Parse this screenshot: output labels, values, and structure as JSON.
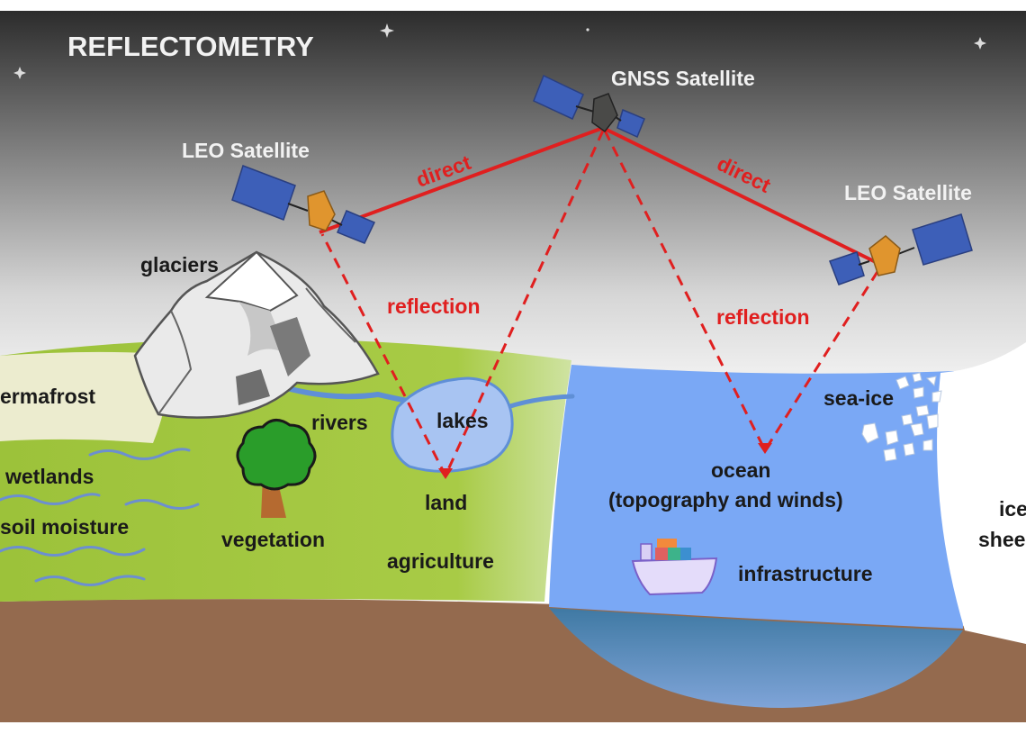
{
  "title": "REFLECTOMETRY",
  "satellites": {
    "gnss": "GNSS Satellite",
    "leo_left": "LEO Satellite",
    "leo_right": "LEO Satellite"
  },
  "signals": {
    "direct_left": "direct",
    "direct_right": "direct",
    "reflection_left": "reflection",
    "reflection_right": "reflection"
  },
  "features": {
    "glaciers": "glaciers",
    "permafrost": "ermafrost",
    "rivers": "rivers",
    "lakes": "lakes",
    "wetlands": "wetlands",
    "soil_moisture": "soil moisture",
    "vegetation": "vegetation",
    "land": "land",
    "agriculture": "agriculture",
    "ocean": "ocean",
    "ocean_detail": "(topography and winds)",
    "sea_ice": "sea-ice",
    "infrastructure": "infrastructure",
    "ice_sheet_line1": "ice",
    "ice_sheet_line2": "shee"
  },
  "colors": {
    "signal": "#e01f1f",
    "land": "#a6c841",
    "ocean": "#7aa8f5",
    "soil": "#946a4e",
    "solar_panel": "#3d5fb8",
    "leo_body": "#e0952e",
    "gnss_body": "#4a4a48"
  }
}
